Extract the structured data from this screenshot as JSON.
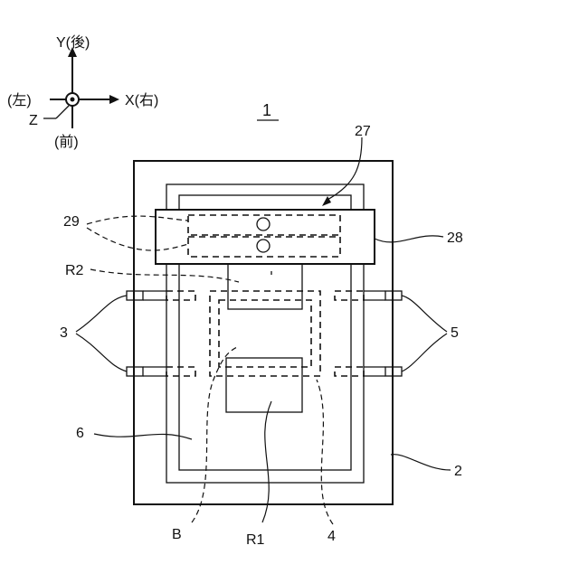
{
  "axes": {
    "y_label": "Y(後)",
    "x_label": "X(右)",
    "left_label": "(左)",
    "front_label": "(前)",
    "z_label": "Z"
  },
  "labels": {
    "figure_number": "1",
    "label_27": "27",
    "label_29": "29",
    "label_28": "28",
    "label_r2": "R2",
    "label_3": "3",
    "label_5": "5",
    "label_6": "6",
    "label_2": "2",
    "label_b": "B",
    "label_r1": "R1",
    "label_4": "4"
  }
}
